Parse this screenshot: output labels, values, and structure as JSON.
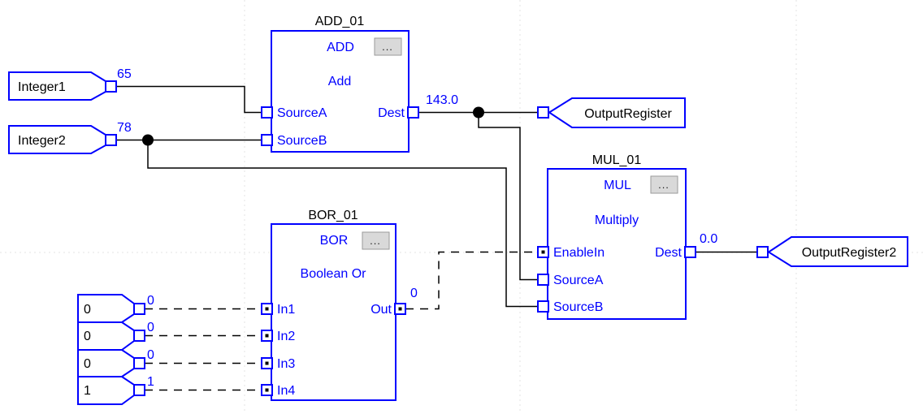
{
  "blocks": {
    "add": {
      "instance": "ADD_01",
      "opcode": "ADD",
      "description": "Add",
      "browse": "...",
      "pins": {
        "source_a": "SourceA",
        "source_b": "SourceB",
        "dest": "Dest"
      },
      "dest_value": "143.0"
    },
    "mul": {
      "instance": "MUL_01",
      "opcode": "MUL",
      "description": "Multiply",
      "browse": "...",
      "pins": {
        "enable_in": "EnableIn",
        "source_a": "SourceA",
        "source_b": "SourceB",
        "dest": "Dest"
      },
      "dest_value": "0.0"
    },
    "bor": {
      "instance": "BOR_01",
      "opcode": "BOR",
      "description": "Boolean Or",
      "browse": "...",
      "pins": {
        "in1": "In1",
        "in2": "In2",
        "in3": "In3",
        "in4": "In4",
        "out": "Out"
      },
      "out_value": "0"
    }
  },
  "input_references": [
    {
      "tag": "Integer1",
      "value": "65"
    },
    {
      "tag": "Integer2",
      "value": "78"
    }
  ],
  "output_references": [
    {
      "tag": "OutputRegister"
    },
    {
      "tag": "OutputRegister2"
    }
  ],
  "literal_inputs": [
    {
      "text": "0",
      "wire_value": "0"
    },
    {
      "text": "0",
      "wire_value": "0"
    },
    {
      "text": "0",
      "wire_value": "0"
    },
    {
      "text": "1",
      "wire_value": "1"
    }
  ],
  "colors": {
    "element_blue": "#0000ff",
    "wire_black": "#000000",
    "grid_gray": "#e3e3e3",
    "button_face": "#d9d9d9",
    "button_border": "#9a9a9a"
  }
}
